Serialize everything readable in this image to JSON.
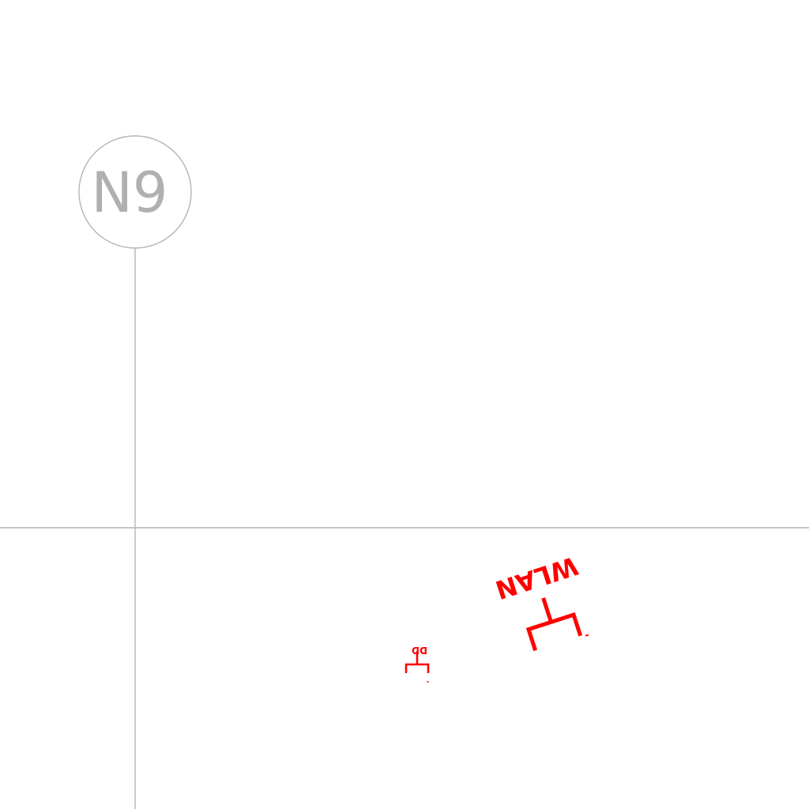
{
  "grid": {
    "axis_label": "N9"
  },
  "symbols": {
    "wlan": {
      "label": "WLAN"
    },
    "data_outlet": {
      "label": "DD"
    }
  },
  "colors": {
    "grid": "#b4b4b4",
    "grid_text": "#b0b0b0",
    "annotation": "#ff0000",
    "background": "#ffffff"
  }
}
